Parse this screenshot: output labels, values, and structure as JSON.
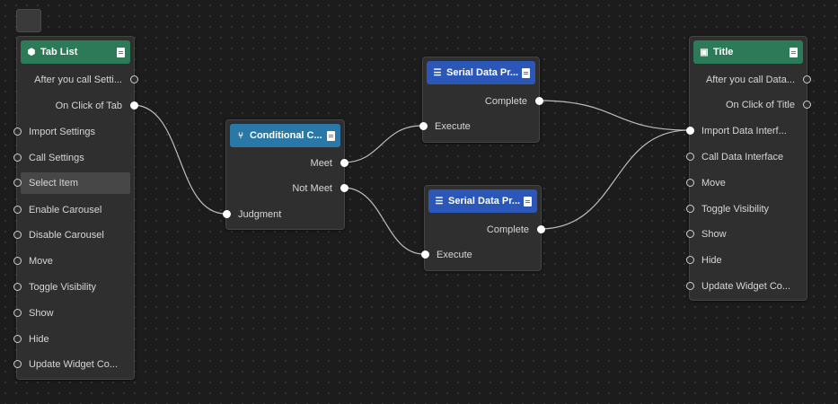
{
  "nodes": {
    "tab_list": {
      "title": "Tab List",
      "outputs": [
        "After you call Setti...",
        "On Click of Tab"
      ],
      "inputs": [
        "Import Settings",
        "Call Settings",
        "Select Item",
        "Enable Carousel",
        "Disable Carousel",
        "Move",
        "Toggle Visibility",
        "Show",
        "Hide",
        "Update Widget Co..."
      ]
    },
    "conditional": {
      "title": "Conditional C...",
      "outputs": [
        "Meet",
        "Not Meet"
      ],
      "inputs": [
        "Judgment"
      ]
    },
    "serial1": {
      "title": "Serial Data Pr...",
      "outputs": [
        "Complete"
      ],
      "inputs": [
        "Execute"
      ]
    },
    "serial2": {
      "title": "Serial Data Pr...",
      "outputs": [
        "Complete"
      ],
      "inputs": [
        "Execute"
      ]
    },
    "title_node": {
      "title": "Title",
      "outputs": [
        "After you call Data...",
        "On Click of Title"
      ],
      "inputs": [
        "Import Data Interf...",
        "Call Data Interface",
        "Move",
        "Toggle Visibility",
        "Show",
        "Hide",
        "Update Widget Co..."
      ]
    }
  },
  "colors": {
    "header_green": "#2c7a58",
    "header_teal": "#2a78a8",
    "header_blue": "#2a57b8",
    "wire": "#bdbdbd"
  }
}
